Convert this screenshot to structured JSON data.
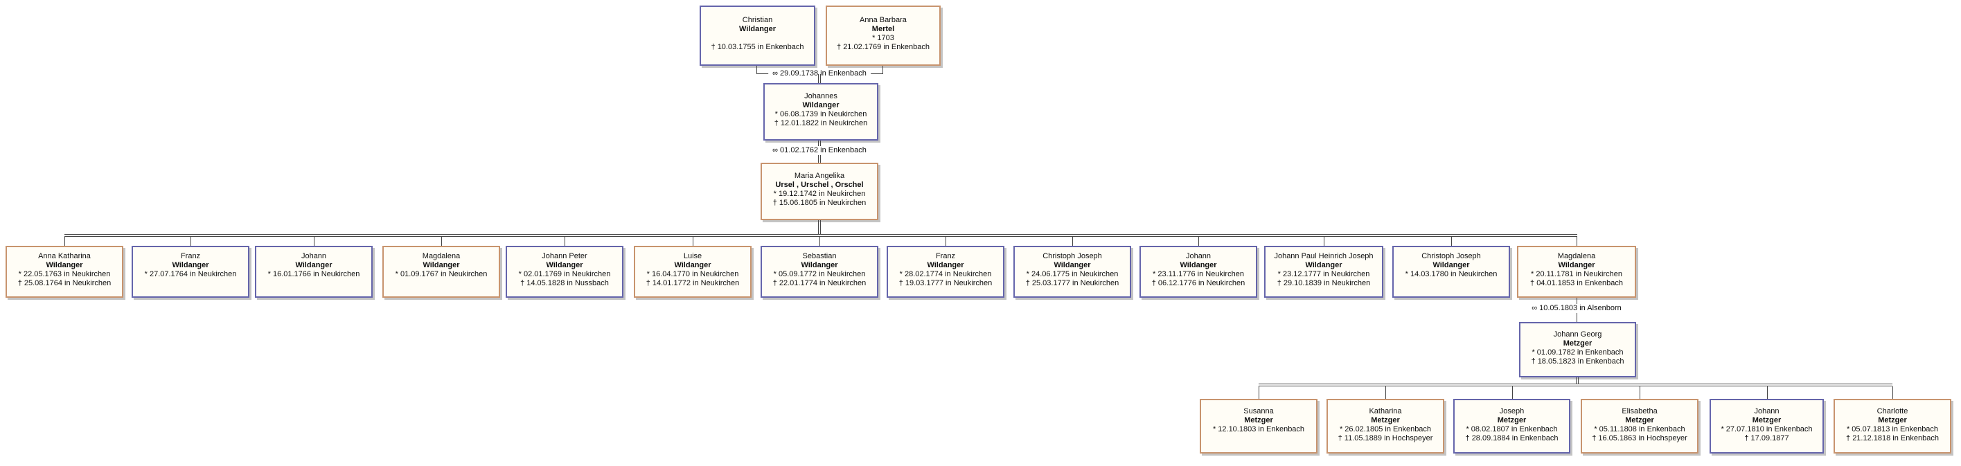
{
  "diagram_type": "family-tree",
  "colors": {
    "male_border": "#6565ab",
    "female_border": "#c8946e",
    "box_fill": "#fffdf6",
    "connector_line": "#444444",
    "background": "#ffffff"
  },
  "marriages": {
    "g1": "∞  29.09.1738 in Enkenbach",
    "g2": "∞  01.02.1762 in Enkenbach",
    "g3": "∞  10.05.1803 in Alsenborn"
  },
  "persons": {
    "christian": {
      "given": "Christian",
      "surname": "Wildanger",
      "death": "†  10.03.1755 in Enkenbach"
    },
    "anna_barbara": {
      "given": "Anna Barbara",
      "surname": "Mertel",
      "birth": "*  1703",
      "death": "†  21.02.1769 in Enkenbach"
    },
    "johannes": {
      "given": "Johannes",
      "surname": "Wildanger",
      "birth": "*  06.08.1739 in Neukirchen",
      "death": "†  12.01.1822 in Neukirchen"
    },
    "maria_angelika": {
      "given": "Maria Angelika",
      "surname": "Ursel , Urschel , Orschel",
      "birth": "*  19.12.1742 in Neukirchen",
      "death": "†  15.06.1805 in Neukirchen"
    },
    "c1": {
      "given": "Anna Katharina",
      "surname": "Wildanger",
      "birth": "*  22.05.1763 in Neukirchen",
      "death": "†  25.08.1764 in Neukirchen"
    },
    "c2": {
      "given": "Franz",
      "surname": "Wildanger",
      "birth": "*  27.07.1764 in Neukirchen"
    },
    "c3": {
      "given": "Johann",
      "surname": "Wildanger",
      "birth": "*  16.01.1766 in Neukirchen"
    },
    "c4": {
      "given": "Magdalena",
      "surname": "Wildanger",
      "birth": "*  01.09.1767 in Neukirchen"
    },
    "c5": {
      "given": "Johann Peter",
      "surname": "Wildanger",
      "birth": "*  02.01.1769 in Neukirchen",
      "death": "†  14.05.1828 in Nussbach"
    },
    "c6": {
      "given": "Luise",
      "surname": "Wildanger",
      "birth": "*  16.04.1770 in Neukirchen",
      "death": "†  14.01.1772 in Neukirchen"
    },
    "c7": {
      "given": "Sebastian",
      "surname": "Wildanger",
      "birth": "*  05.09.1772 in Neukirchen",
      "death": "†  22.01.1774 in Neukirchen"
    },
    "c8": {
      "given": "Franz",
      "surname": "Wildanger",
      "birth": "*  28.02.1774 in Neukirchen",
      "death": "†  19.03.1777 in Neukirchen"
    },
    "c9": {
      "given": "Christoph Joseph",
      "surname": "Wildanger",
      "birth": "*  24.06.1775 in Neukirchen",
      "death": "†  25.03.1777 in Neukirchen"
    },
    "c10": {
      "given": "Johann",
      "surname": "Wildanger",
      "birth": "*  23.11.1776 in Neukirchen",
      "death": "†  06.12.1776 in Neukirchen"
    },
    "c11": {
      "given": "Johann Paul Heinrich Joseph",
      "surname": "Wildanger",
      "birth": "*  23.12.1777 in Neukirchen",
      "death": "†  29.10.1839 in Neukirchen"
    },
    "c12": {
      "given": "Christoph Joseph",
      "surname": "Wildanger",
      "birth": "*  14.03.1780 in Neukirchen"
    },
    "c13": {
      "given": "Magdalena",
      "surname": "Wildanger",
      "birth": "*  20.11.1781 in Neukirchen",
      "death": "†  04.01.1853 in Enkenbach"
    },
    "johann_georg": {
      "given": "Johann Georg",
      "surname": "Metzger",
      "birth": "*  01.09.1782 in Enkenbach",
      "death": "†  18.05.1823 in Enkenbach"
    },
    "m1": {
      "given": "Susanna",
      "surname": "Metzger",
      "birth": "*  12.10.1803 in Enkenbach"
    },
    "m2": {
      "given": "Katharina",
      "surname": "Metzger",
      "birth": "*  26.02.1805 in Enkenbach",
      "death": "†  11.05.1889 in Hochspeyer"
    },
    "m3": {
      "given": "Joseph",
      "surname": "Metzger",
      "birth": "*  08.02.1807 in Enkenbach",
      "death": "†  28.09.1884 in Enkenbach"
    },
    "m4": {
      "given": "Elisabetha",
      "surname": "Metzger",
      "birth": "*  05.11.1808 in Enkenbach",
      "death": "†  16.05.1863 in Hochspeyer"
    },
    "m5": {
      "given": "Johann",
      "surname": "Metzger",
      "birth": "*  27.07.1810 in Enkenbach",
      "death": "†  17.09.1877"
    },
    "m6": {
      "given": "Charlotte",
      "surname": "Metzger",
      "birth": "*  05.07.1813 in Enkenbach",
      "death": "†  21.12.1818 in Enkenbach"
    }
  }
}
